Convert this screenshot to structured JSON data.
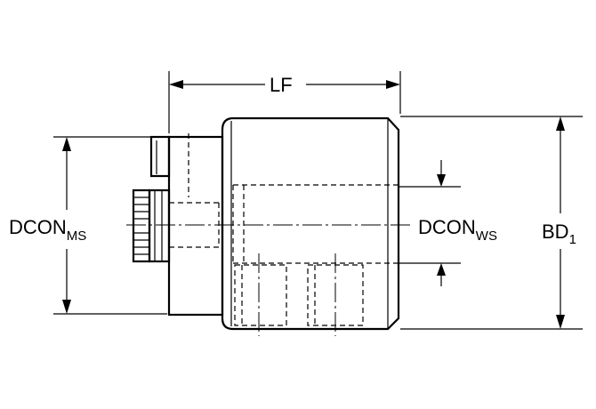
{
  "colors": {
    "body_fill": "#a4adb8",
    "dark_fill": "#8a939e",
    "line": "#000000"
  },
  "labels": {
    "lf": "LF",
    "dcon_ms": {
      "main": "DCON",
      "sub": "MS"
    },
    "dcon_ws": {
      "main": "DCON",
      "sub": "WS"
    },
    "bd": {
      "main": "BD",
      "sub": "1"
    }
  }
}
